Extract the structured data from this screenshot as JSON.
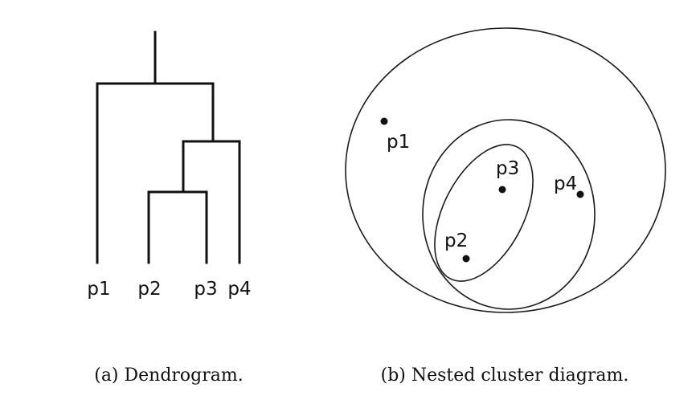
{
  "dendrogram": {
    "leaves": [
      "p1",
      "p2",
      "p3",
      "p4"
    ],
    "caption": "(a) Dendrogram."
  },
  "nested": {
    "points": [
      "p1",
      "p2",
      "p3",
      "p4"
    ],
    "caption": "(b) Nested cluster diagram."
  },
  "colors": {
    "ink": "#111111",
    "background": "#ffffff"
  }
}
